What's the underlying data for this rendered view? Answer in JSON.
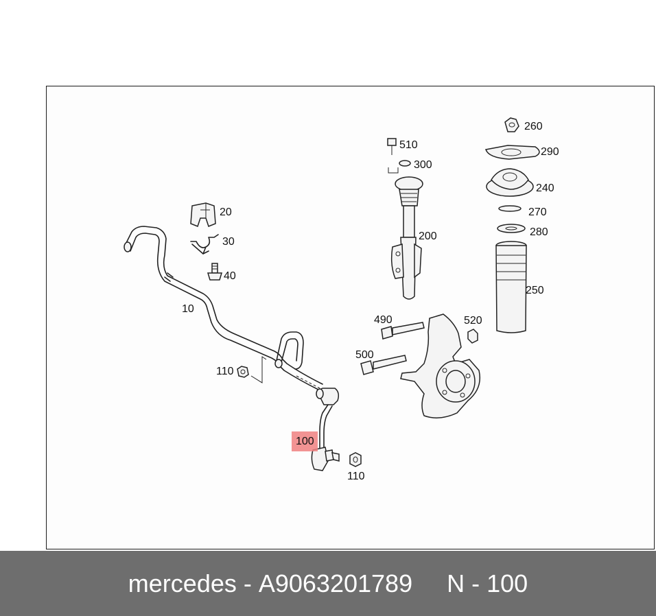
{
  "labels": {
    "p10": "10",
    "p20": "20",
    "p30": "30",
    "p40": "40",
    "p100": "100",
    "p110a": "110",
    "p110b": "110",
    "p200": "200",
    "p240": "240",
    "p250": "250",
    "p260": "260",
    "p270": "270",
    "p280": "280",
    "p290": "290",
    "p300": "300",
    "p490": "490",
    "p500": "500",
    "p510": "510",
    "p520": "520"
  },
  "highlight": {
    "part": "100",
    "color": "#f08080"
  },
  "footer": {
    "brand": "mercedes",
    "separator": " - ",
    "part_number": "A9063201789",
    "position_prefix": "N",
    "position_separator": " - ",
    "position": "100"
  }
}
